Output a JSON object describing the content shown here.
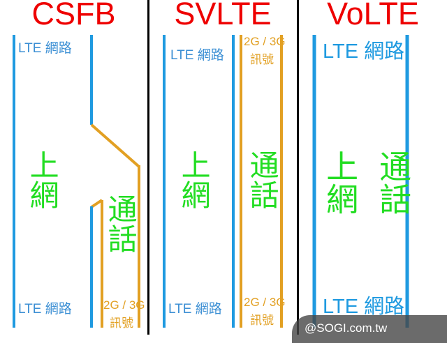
{
  "diagram": {
    "title_color": "#ee0000",
    "lte_color": "#1f9ae0",
    "gsm_color": "#e2a023",
    "usage_color": "#22dd22",
    "divider_color": "#000000"
  },
  "panels": [
    {
      "id": "csfb",
      "title": "CSFB",
      "top_lte_label": "LTE 網路",
      "bottom_lte_label": "LTE 網路",
      "bottom_2g3g_line1": "2G / 3G",
      "bottom_2g3g_line2": "訊號",
      "data_label": "上網",
      "voice_label": "通話"
    },
    {
      "id": "svlte",
      "title": "SVLTE",
      "top_lte_label": "LTE 網路",
      "top_2g3g_line1": "2G / 3G",
      "top_2g3g_line2": "訊號",
      "bottom_lte_label": "LTE 網路",
      "bottom_2g3g_line1": "2G / 3G",
      "bottom_2g3g_line2": "訊號",
      "data_label": "上網",
      "voice_label": "通話"
    },
    {
      "id": "volte",
      "title": "VoLTE",
      "top_lte_label": "LTE 網路",
      "bottom_lte_label": "LTE 網路",
      "data_label": "上網",
      "voice_label": "通話"
    }
  ],
  "watermark": {
    "text": "@SOGI.com.tw"
  }
}
